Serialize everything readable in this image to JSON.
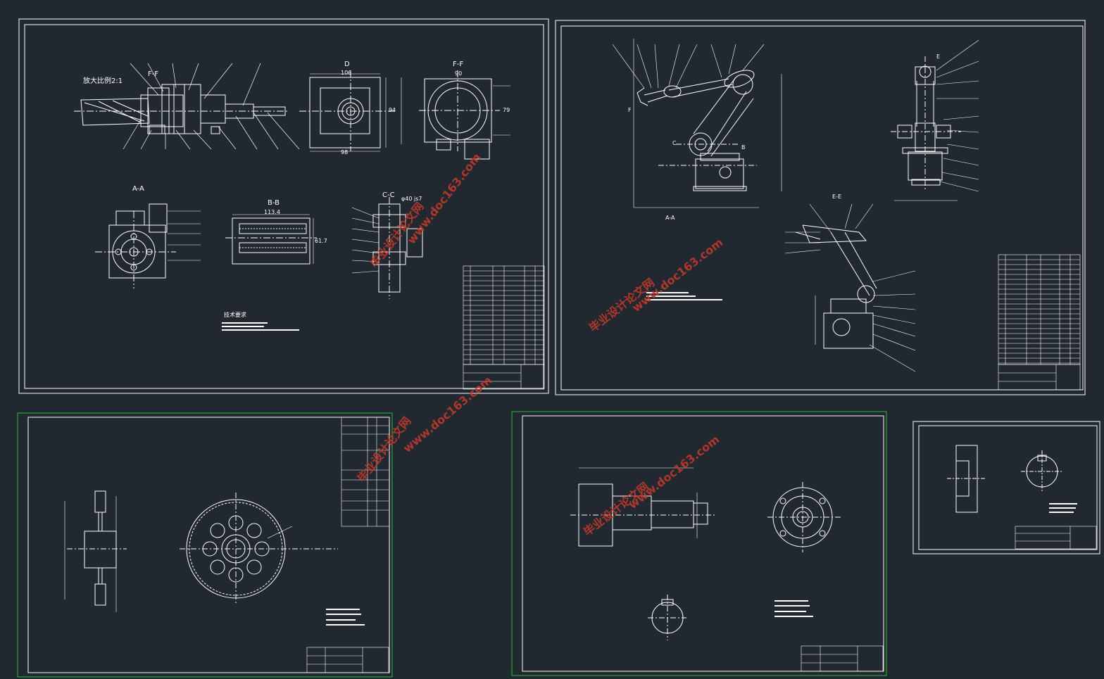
{
  "sheet1": {
    "view_ff_label": "F-F",
    "scale_note": "放大比例2:1",
    "view_d_label": "D",
    "view_ff2_label": "F-F",
    "view_aa_label": "A-A",
    "view_bb_label": "B-B",
    "view_cc_label": "C-C",
    "dim_106": "106",
    "dim_98": "98",
    "dim_94": "94",
    "dim_90": "90",
    "dim_79": "79",
    "dim_113": "113.4",
    "dim_61": "61.7",
    "dim_fit": "φ40 js7",
    "tech_req": "技术要求"
  },
  "sheet2": {
    "view_aa": "A-A",
    "view_ee": "E-E",
    "letter_b": "B",
    "letter_c": "C",
    "letter_e": "E",
    "letter_f": "F"
  },
  "watermarks": [
    "毕业设计论文网",
    "www.doc163.com"
  ],
  "colors": {
    "background": "#212830",
    "lines": "#ffffff",
    "frame_green": "#22c03a",
    "watermark": "#c0392b"
  }
}
